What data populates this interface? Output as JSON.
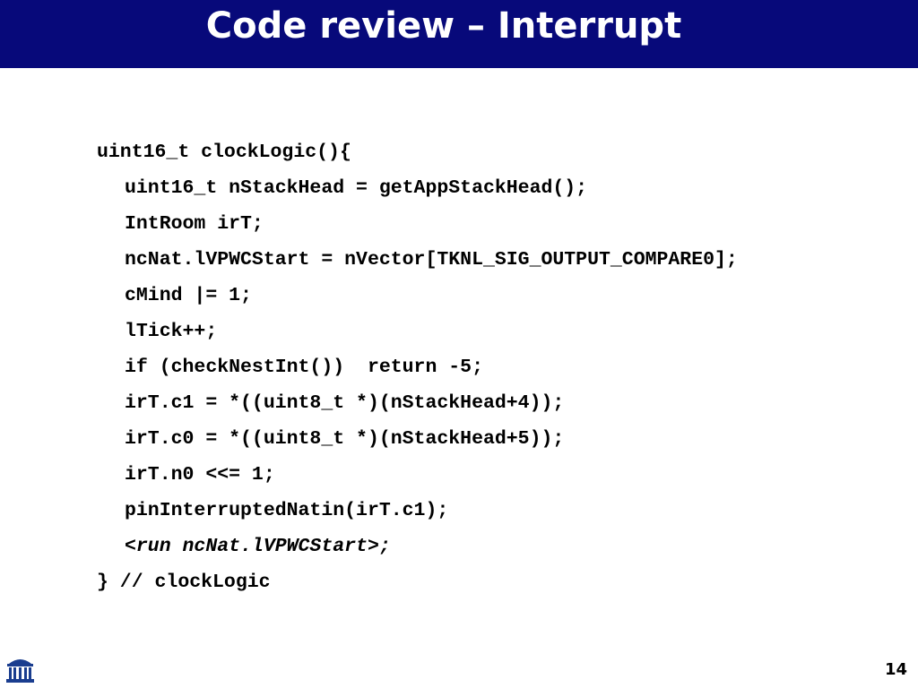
{
  "slide": {
    "title": "Code review – Interrupt",
    "page_number": "14",
    "colors": {
      "title_bar": "#07097a",
      "title_text": "#ffffff",
      "code_text": "#000000"
    },
    "logo_icon": "rotunda-icon",
    "code_lines": [
      "uint16_t clockLogic(){",
      "uint16_t nStackHead = getAppStackHead();",
      "IntRoom irT;",
      "ncNat.lVPWCStart = nVector[TKNL_SIG_OUTPUT_COMPARE0];",
      "cMind |= 1;",
      "lTick++;",
      "if (checkNestInt())  return -5;",
      "irT.c1 = *((uint8_t *)(nStackHead+4));",
      "irT.c0 = *((uint8_t *)(nStackHead+5));",
      "irT.n0 <<= 1;",
      "pinInterruptedNatin(irT.c1);",
      "<run ncNat.lVPWCStart>;",
      "} // clockLogic"
    ]
  }
}
